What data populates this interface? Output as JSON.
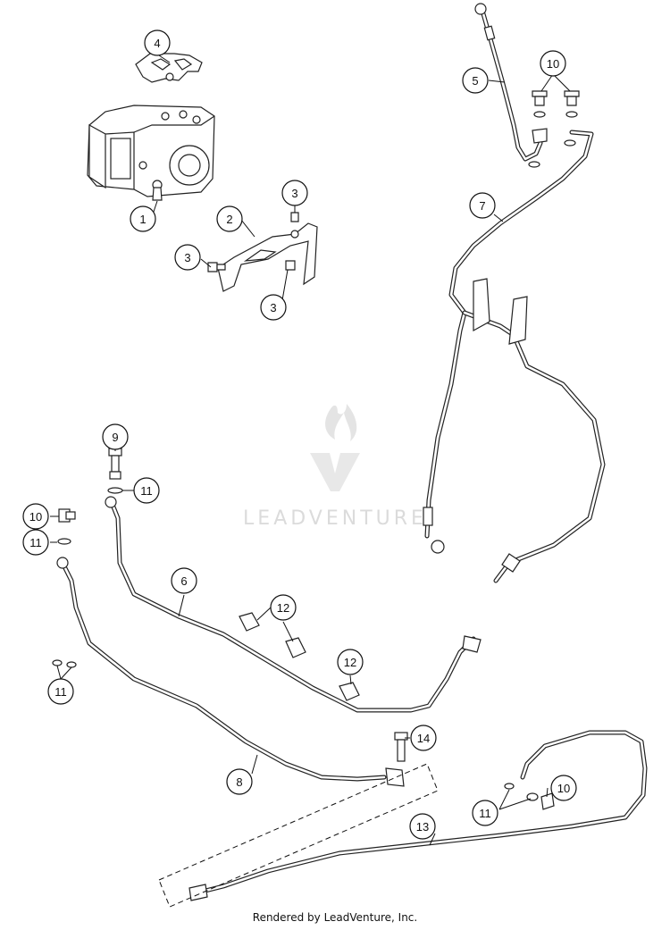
{
  "callouts": {
    "c1": "1",
    "c2": "2",
    "c3a": "3",
    "c3b": "3",
    "c3c": "3",
    "c4": "4",
    "c5": "5",
    "c6": "6",
    "c7": "7",
    "c8": "8",
    "c9": "9",
    "c10a": "10",
    "c10b": "10",
    "c10c": "10",
    "c11a": "11",
    "c11b": "11",
    "c11c": "11",
    "c11d": "11",
    "c12a": "12",
    "c12b": "12",
    "c13": "13",
    "c14": "14"
  },
  "watermark": "LEADVENTURE",
  "footer": "Rendered by LeadVenture, Inc."
}
